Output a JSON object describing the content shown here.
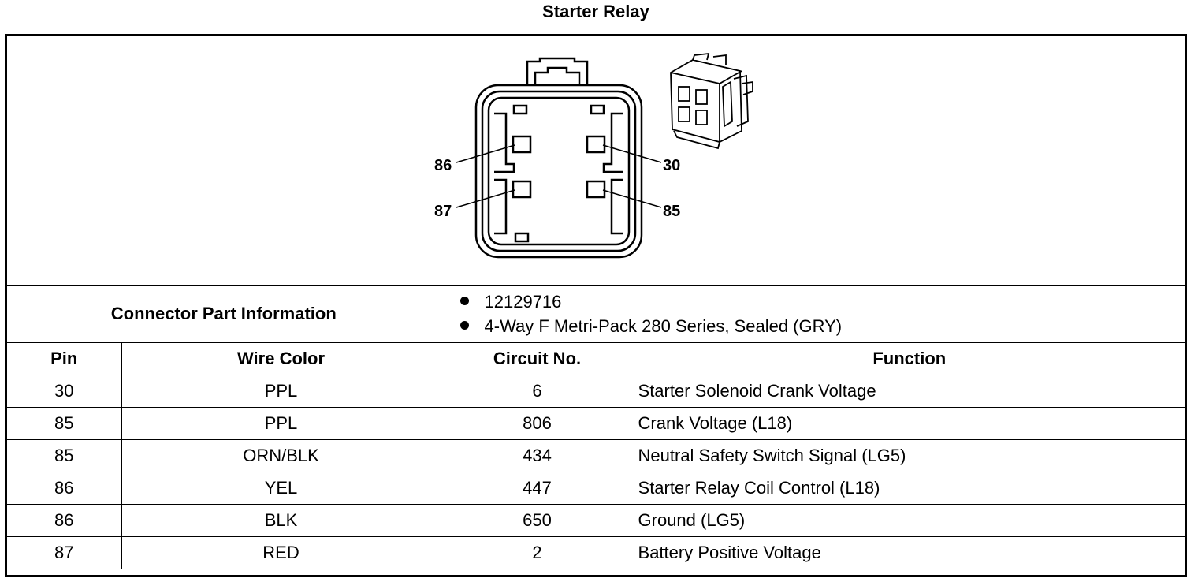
{
  "title": "Starter Relay",
  "diagram": {
    "pin_labels": {
      "p86": "86",
      "p87": "87",
      "p30": "30",
      "p85": "85"
    }
  },
  "connector_info": {
    "label": "Connector Part Information",
    "items": [
      "12129716",
      "4-Way F Metri-Pack 280 Series, Sealed (GRY)"
    ]
  },
  "table": {
    "headers": [
      "Pin",
      "Wire Color",
      "Circuit No.",
      "Function"
    ],
    "rows": [
      [
        "30",
        "PPL",
        "6",
        "Starter Solenoid Crank Voltage"
      ],
      [
        "85",
        "PPL",
        "806",
        "Crank Voltage (L18)"
      ],
      [
        "85",
        "ORN/BLK",
        "434",
        "Neutral Safety Switch Signal (LG5)"
      ],
      [
        "86",
        "YEL",
        "447",
        "Starter Relay Coil Control (L18)"
      ],
      [
        "86",
        "BLK",
        "650",
        "Ground (LG5)"
      ],
      [
        "87",
        "RED",
        "2",
        "Battery Positive Voltage"
      ]
    ]
  }
}
